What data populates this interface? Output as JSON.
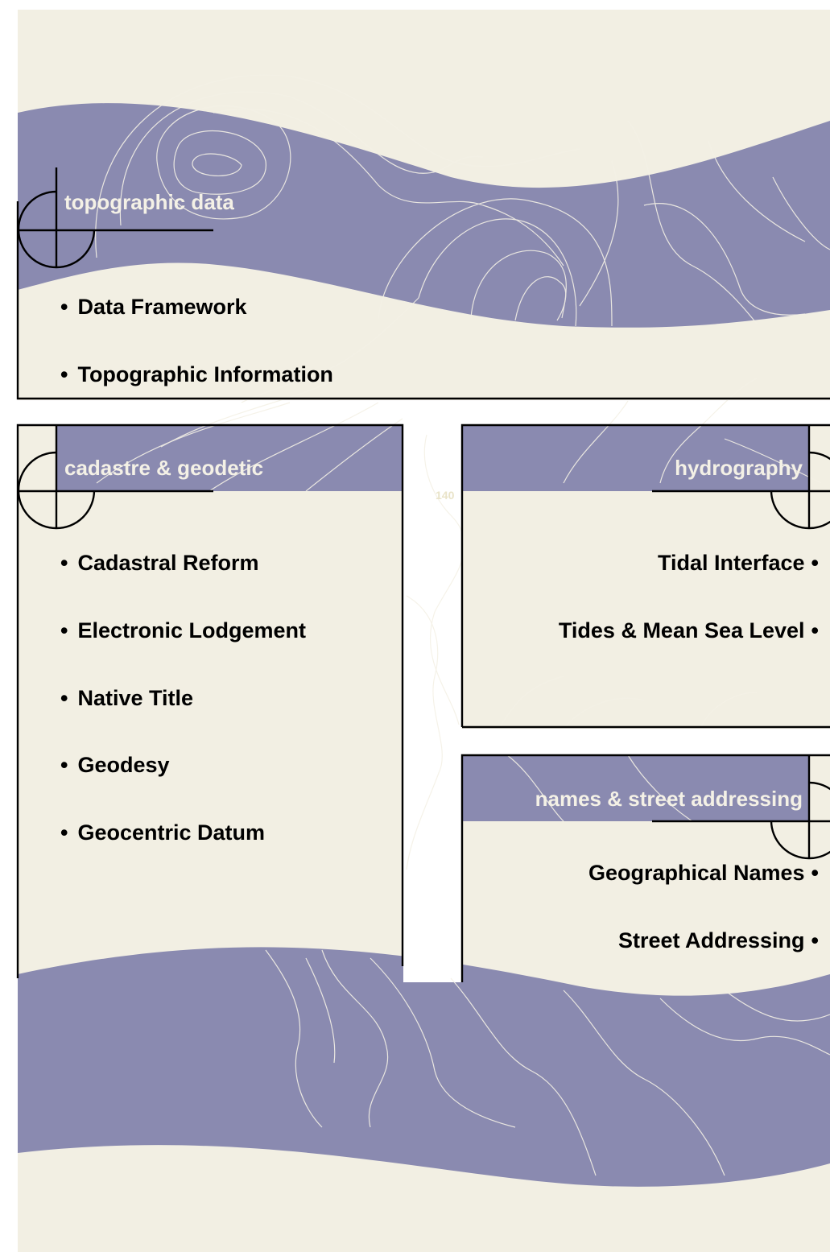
{
  "colors": {
    "cream": "#f2efe3",
    "band": "#8a8ab0",
    "line": "#000000",
    "contour": "#f4f1e6",
    "title": "#f4f1e6"
  },
  "sections": {
    "topographic": {
      "title": "topographic data",
      "items": [
        "Data Framework",
        "Topographic Information"
      ]
    },
    "cadastre": {
      "title": "cadastre & geodetic",
      "items": [
        "Cadastral Reform",
        "Electronic Lodgement",
        "Native Title",
        "Geodesy",
        "Geocentric Datum"
      ]
    },
    "hydrography": {
      "title": "hydrography",
      "items": [
        "Tidal Interface",
        "Tides & Mean Sea Level"
      ]
    },
    "names": {
      "title": "names & street addressing",
      "items": [
        "Geographical Names",
        "Street Addressing"
      ]
    }
  },
  "contour_label": "140",
  "icons": [
    "crosshair-icon",
    "contour-lines"
  ]
}
